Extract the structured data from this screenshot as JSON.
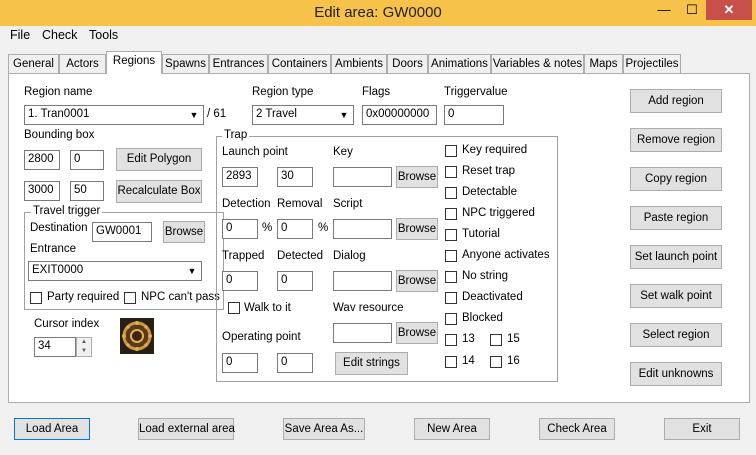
{
  "window": {
    "title": "Edit area: GW0000"
  },
  "titlebar_buttons": {
    "minimize": "—",
    "maximize": "☐",
    "close": "✕"
  },
  "menu": [
    "File",
    "Check",
    "Tools"
  ],
  "tabs": [
    "General",
    "Actors",
    "Regions",
    "Spawns",
    "Entrances",
    "Containers",
    "Ambients",
    "Doors",
    "Animations",
    "Variables & notes",
    "Maps",
    "Projectiles"
  ],
  "active_tab": "Regions",
  "region": {
    "name_label": "Region name",
    "name_value": "1. Tran0001",
    "count": "/ 61",
    "type_label": "Region type",
    "type_value": "2 Travel",
    "flags_label": "Flags",
    "flags_value": "0x00000000",
    "triggervalue_label": "Triggervalue",
    "triggervalue_value": "0"
  },
  "bounding_box": {
    "label": "Bounding box",
    "x1": "2800",
    "y1": "0",
    "x2": "3000",
    "y2": "50",
    "edit_polygon": "Edit Polygon",
    "recalculate_box": "Recalculate Box"
  },
  "travel_trigger": {
    "label": "Travel trigger",
    "destination_label": "Destination",
    "destination_value": "GW0001",
    "browse": "Browse",
    "entrance_label": "Entrance",
    "entrance_value": "EXIT0000",
    "party_required": "Party required",
    "npc_cant_pass": "NPC can't pass"
  },
  "cursor": {
    "label": "Cursor index",
    "value": "34"
  },
  "trap": {
    "label": "Trap",
    "launch_point_label": "Launch point",
    "launch_x": "2893",
    "launch_y": "30",
    "key_label": "Key",
    "key_value": "",
    "key_browse": "Browse",
    "detection_label": "Detection",
    "detection_value": "0",
    "detection_pct": "%",
    "removal_label": "Removal",
    "removal_value": "0",
    "removal_pct": "%",
    "script_label": "Script",
    "script_value": "",
    "script_browse": "Browse",
    "trapped_label": "Trapped",
    "trapped_value": "0",
    "detected_label": "Detected",
    "detected_value": "0",
    "dialog_label": "Dialog",
    "dialog_value": "",
    "dialog_browse": "Browse",
    "walk_to_it": "Walk to it",
    "wav_label": "Wav resource",
    "wav_value": "",
    "wav_browse": "Browse",
    "operating_point_label": "Operating point",
    "op_x": "0",
    "op_y": "0",
    "edit_strings": "Edit strings"
  },
  "flag_checks": [
    "Key required",
    "Reset trap",
    "Detectable",
    "NPC triggered",
    "Tutorial",
    "Anyone activates",
    "No string",
    "Deactivated",
    "Blocked"
  ],
  "num_checks": [
    "13",
    "15",
    "14",
    "16"
  ],
  "right_buttons": [
    "Add region",
    "Remove region",
    "Copy region",
    "Paste region",
    "Set launch point",
    "Set walk point",
    "Select region",
    "Edit unknowns"
  ],
  "bottom_buttons": [
    "Load Area",
    "Load external area",
    "Save Area As...",
    "New Area",
    "Check Area",
    "Exit"
  ],
  "colors": {
    "titlebar": "#f7c24a",
    "close_button": "#c7504a",
    "focus_border": "#0078d7"
  }
}
